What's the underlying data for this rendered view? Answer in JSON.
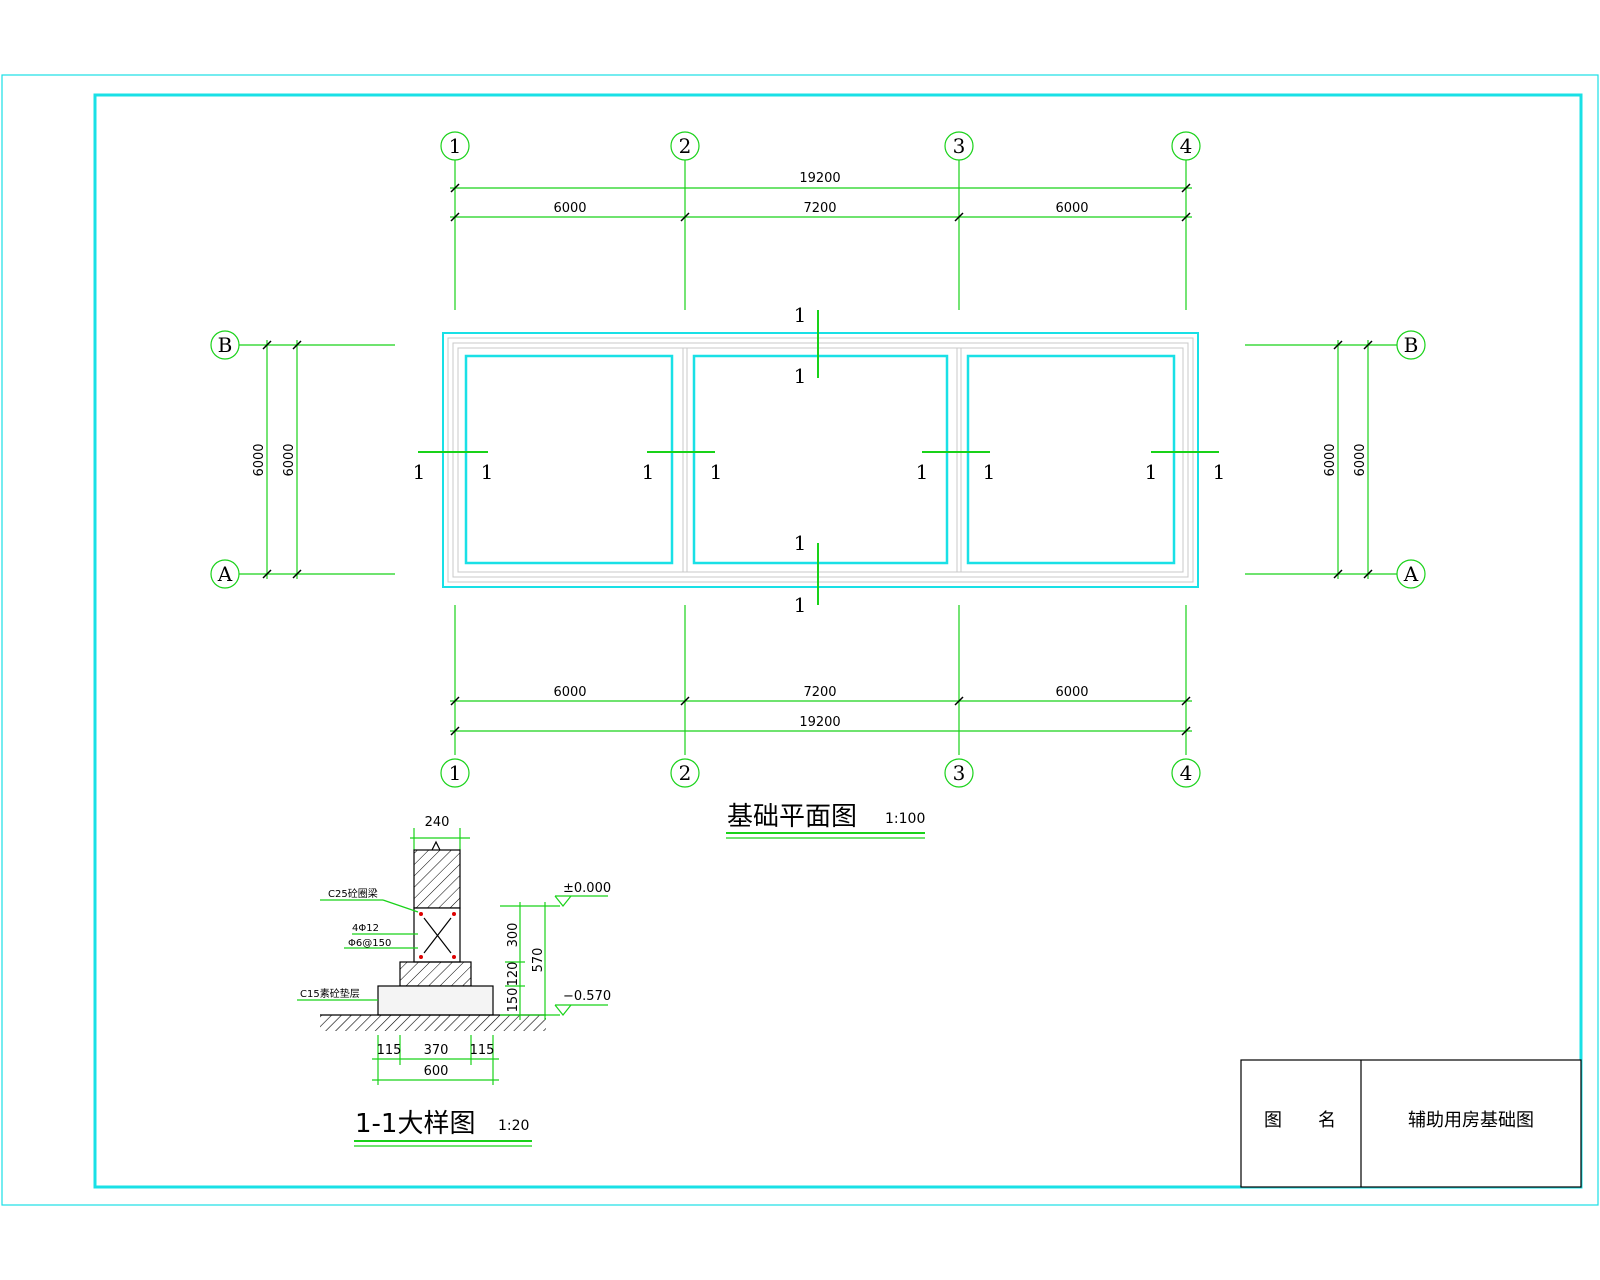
{
  "plan": {
    "title": "基础平面图",
    "scale": "1:100",
    "col_axes": [
      "1",
      "2",
      "3",
      "4"
    ],
    "row_axes": [
      "B",
      "A"
    ],
    "overall_dim": "19200",
    "bay_dims": [
      "6000",
      "7200",
      "6000"
    ],
    "side_dims": [
      "6000",
      "6000"
    ],
    "section_mark": "1"
  },
  "detail": {
    "title": "1-1大样图",
    "scale": "1:20",
    "wall_width": "240",
    "elev_top": "±0.000",
    "elev_bottom": "−0.570",
    "vert_dims": [
      "300",
      "120",
      "150"
    ],
    "vert_total": "570",
    "bottom_dims": [
      "115",
      "370",
      "115"
    ],
    "bottom_total": "600",
    "labels": {
      "concrete": "C25砼圈梁",
      "rebar_main": "4Φ12",
      "rebar_stirrup": "Φ6@150",
      "cushion": "C15素砼垫层"
    }
  },
  "title_block": {
    "label": "图　　名",
    "drawing_name": "辅助用房基础图"
  }
}
